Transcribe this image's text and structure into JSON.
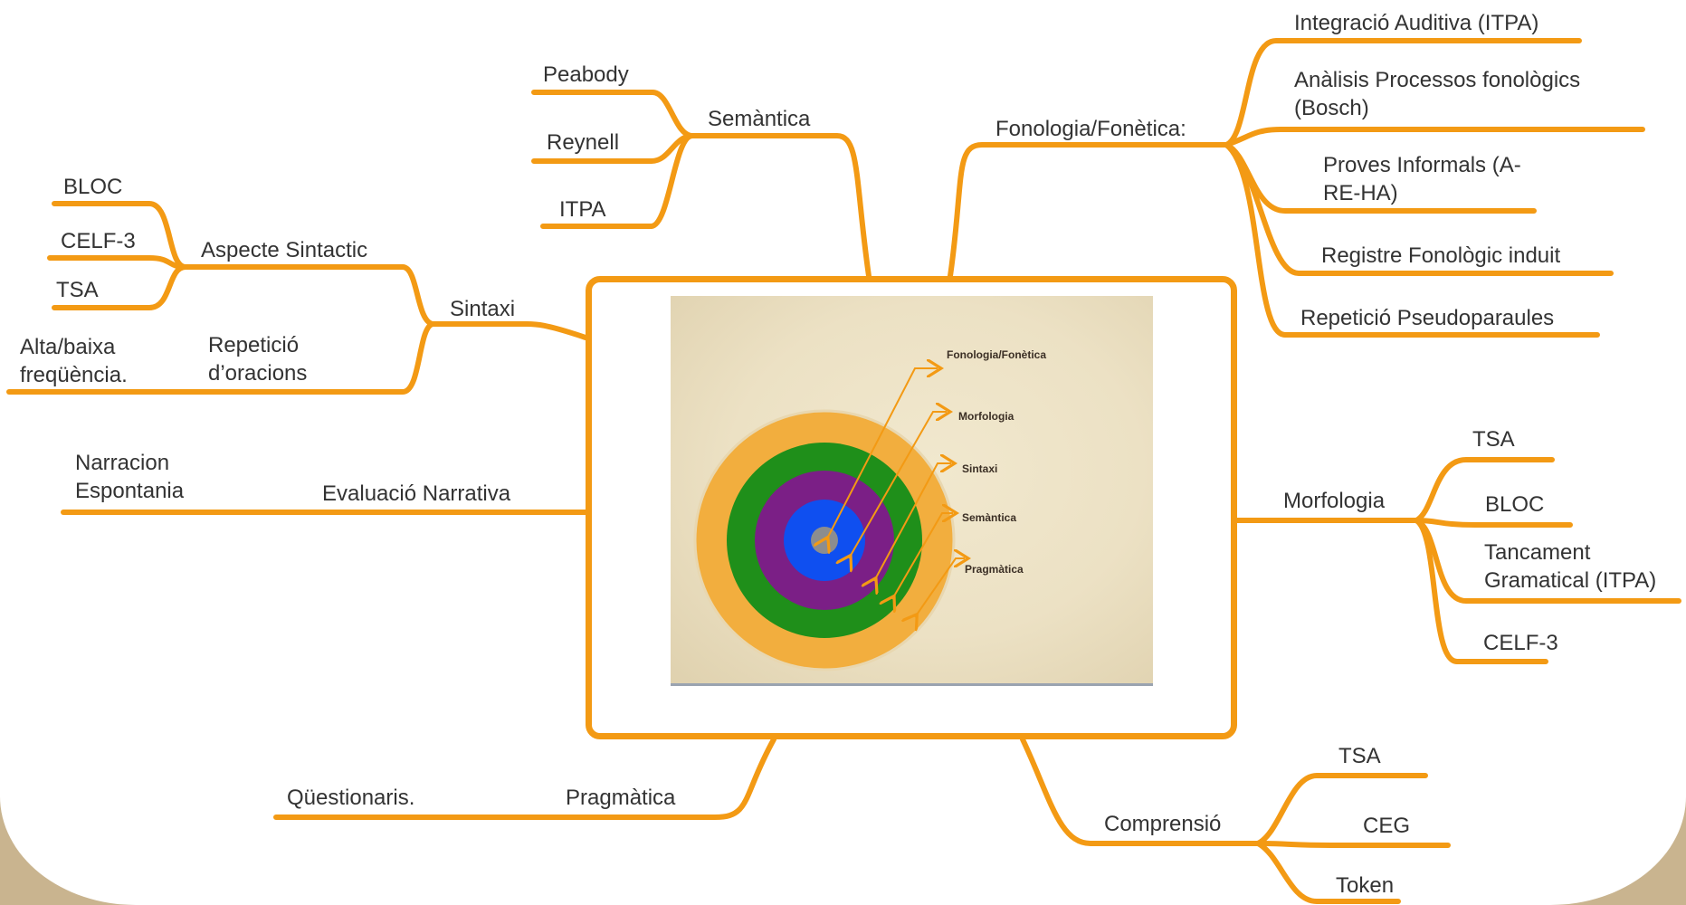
{
  "colors": {
    "branch": "#f39a14",
    "text": "#333333",
    "ring_outer": "#f2ae3e",
    "ring_green": "#1f8f1a",
    "ring_purple": "#7b1f86",
    "ring_blue": "#0f4ff0"
  },
  "semantica": {
    "label": "Semàntica",
    "children": [
      "Peabody",
      "Reynell",
      "ITPA"
    ]
  },
  "fonologia": {
    "label": "Fonologia/Fonètica:",
    "children": [
      "Integració Auditiva (ITPA)",
      "Anàlisis Processos fonològics (Bosch)",
      "Proves Informals (A-RE-HA)",
      "Registre Fonològic induit",
      "Repetició Pseudoparaules"
    ]
  },
  "sintaxi": {
    "label": "Sintaxi",
    "aspecte": {
      "label": "Aspecte Sintactic",
      "children": [
        "BLOC",
        "CELF-3",
        "TSA"
      ]
    },
    "repeticio": {
      "label": "Repetició d’oracions",
      "children": [
        "Alta/baixa freqüència."
      ]
    }
  },
  "narrativa": {
    "label": "Evaluació Narrativa",
    "children": [
      "Narracion Espontania"
    ]
  },
  "morfologia": {
    "label": "Morfologia",
    "children": [
      "TSA",
      "BLOC",
      "Tancament Gramatical (ITPA)",
      "CELF-3"
    ]
  },
  "pragmatica": {
    "label": "Pragmàtica",
    "children": [
      "Qüestionaris."
    ]
  },
  "comprensio": {
    "label": "Comprensió",
    "children": [
      "TSA",
      "CEG",
      "Token"
    ]
  },
  "center_image": {
    "labels": [
      "Fonologia/Fonètica",
      "Morfologia",
      "Sintaxi",
      "Semàntica",
      "Pragmàtica"
    ]
  }
}
